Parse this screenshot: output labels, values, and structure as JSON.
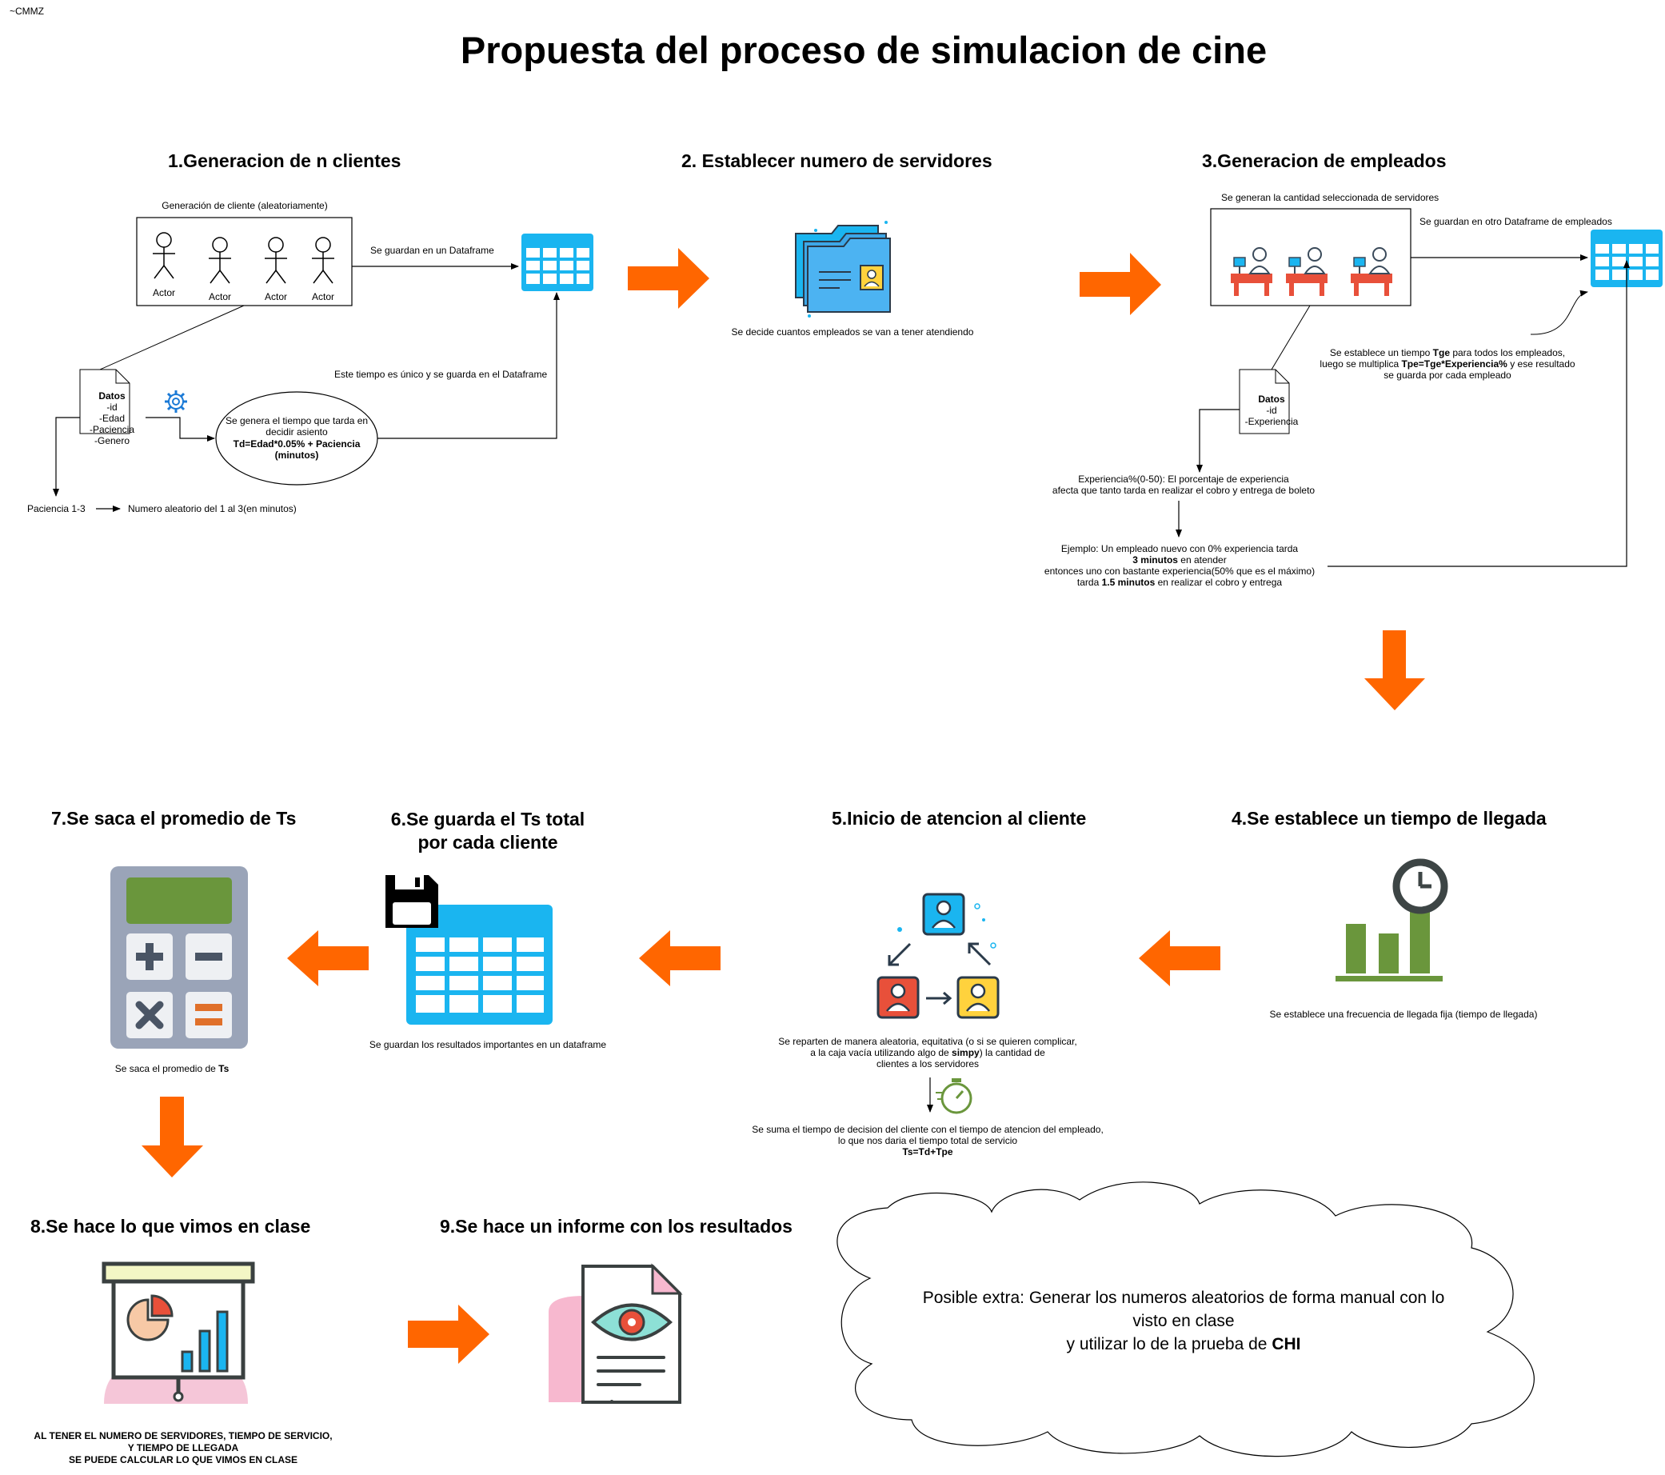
{
  "author_tag": "~CMMZ",
  "title": "Propuesta del proceso de simulacion de cine",
  "step1": {
    "heading": "1.Generacion de n clientes",
    "box_label": "Generación de cliente (aleatoriamente)",
    "actor_label": "Actor",
    "arrow_label": "Se guardan en un Dataframe",
    "datos_title": "Datos",
    "datos_fields": "-id\n-Edad\n-Paciencia\n-Genero",
    "time_note": "Este tiempo es único y se guarda en el Dataframe",
    "ellipse_text": "Se genera el tiempo que tarda en\ndecidir asiento",
    "ellipse_formula": "Td=Edad*0.05% + Paciencia\n(minutos)",
    "paciencia_label": "Paciencia 1-3",
    "paciencia_desc": "Numero aleatorio del 1 al 3(en minutos)"
  },
  "step2": {
    "heading": "2. Establecer numero de servidores",
    "caption": "Se decide cuantos empleados se van a tener atendiendo"
  },
  "step3": {
    "heading": "3.Generacion de empleados",
    "box_label": "Se generan la cantidad seleccionada de servidores",
    "arrow_label": "Se guardan en otro Dataframe de empleados",
    "note_pre1": "Se establece un tiempo ",
    "note_bold1": "Tge",
    "note_post1": " para todos los empleados,",
    "note_pre2": "luego se multiplica ",
    "note_bold2": "Tpe=Tge*Experiencia%",
    "note_post2": " y ese resultado",
    "note_line3": "se guarda por cada empleado",
    "datos_title": "Datos",
    "datos_fields": "-id\n-Experiencia",
    "exp_text": "Experiencia%(0-50): El porcentaje de experiencia\nafecta que tanto tarda en realizar el cobro y entrega de boleto",
    "ex_line1": "Ejemplo: Un empleado nuevo con 0% experiencia tarda",
    "ex_bold2": "3 minutos",
    "ex_post2": " en atender",
    "ex_line3": "entonces uno con bastante experiencia(50% que es el máximo)",
    "ex_pre4": "tarda ",
    "ex_bold4": "1.5 minutos",
    "ex_post4": " en realizar el cobro y entrega"
  },
  "step4": {
    "heading": "4.Se establece un tiempo de llegada",
    "caption": "Se establece una frecuencia de llegada fija (tiempo de llegada)"
  },
  "step5": {
    "heading": "5.Inicio de atencion al cliente",
    "cap1": "Se reparten de manera aleatoria, equitativa (o si se quieren complicar,",
    "cap2_pre": "a la caja vacía utilizando algo de ",
    "cap2_bold": "simpy",
    "cap2_post": ") la cantidad de",
    "cap3": "clientes a los servidores",
    "cap4": "Se suma el tiempo de decision del cliente con el tiempo de atencion del empleado,",
    "cap5": "lo que nos daria el tiempo total de servicio",
    "cap6": "Ts=Td+Tpe"
  },
  "step6": {
    "heading": "6.Se guarda el Ts total\npor cada cliente",
    "caption": "Se guardan los resultados importantes en un dataframe"
  },
  "step7": {
    "heading": "7.Se saca el promedio de Ts",
    "caption_pre": "Se saca el promedio de ",
    "caption_bold": "Ts"
  },
  "step8": {
    "heading": "8.Se hace lo que vimos en clase",
    "caption": "AL TENER EL NUMERO DE SERVIDORES, TIEMPO DE SERVICIO,\nY TIEMPO DE LLEGADA\nSE PUEDE CALCULAR LO QUE VIMOS EN CLASE"
  },
  "step9": {
    "heading": "9.Se hace un informe con los resultados"
  },
  "cloud": {
    "line1": "Posible extra: Generar los numeros aleatorios de forma manual con lo",
    "line2": "visto en clase",
    "line3_pre": "y utilizar lo de la prueba de ",
    "line3_bold": "CHI"
  },
  "colors": {
    "arrow_orange": "#ff6600",
    "table_blue": "#1ab5f0",
    "calc_green": "#6a963c",
    "calc_gray": "#9aa4b8"
  }
}
